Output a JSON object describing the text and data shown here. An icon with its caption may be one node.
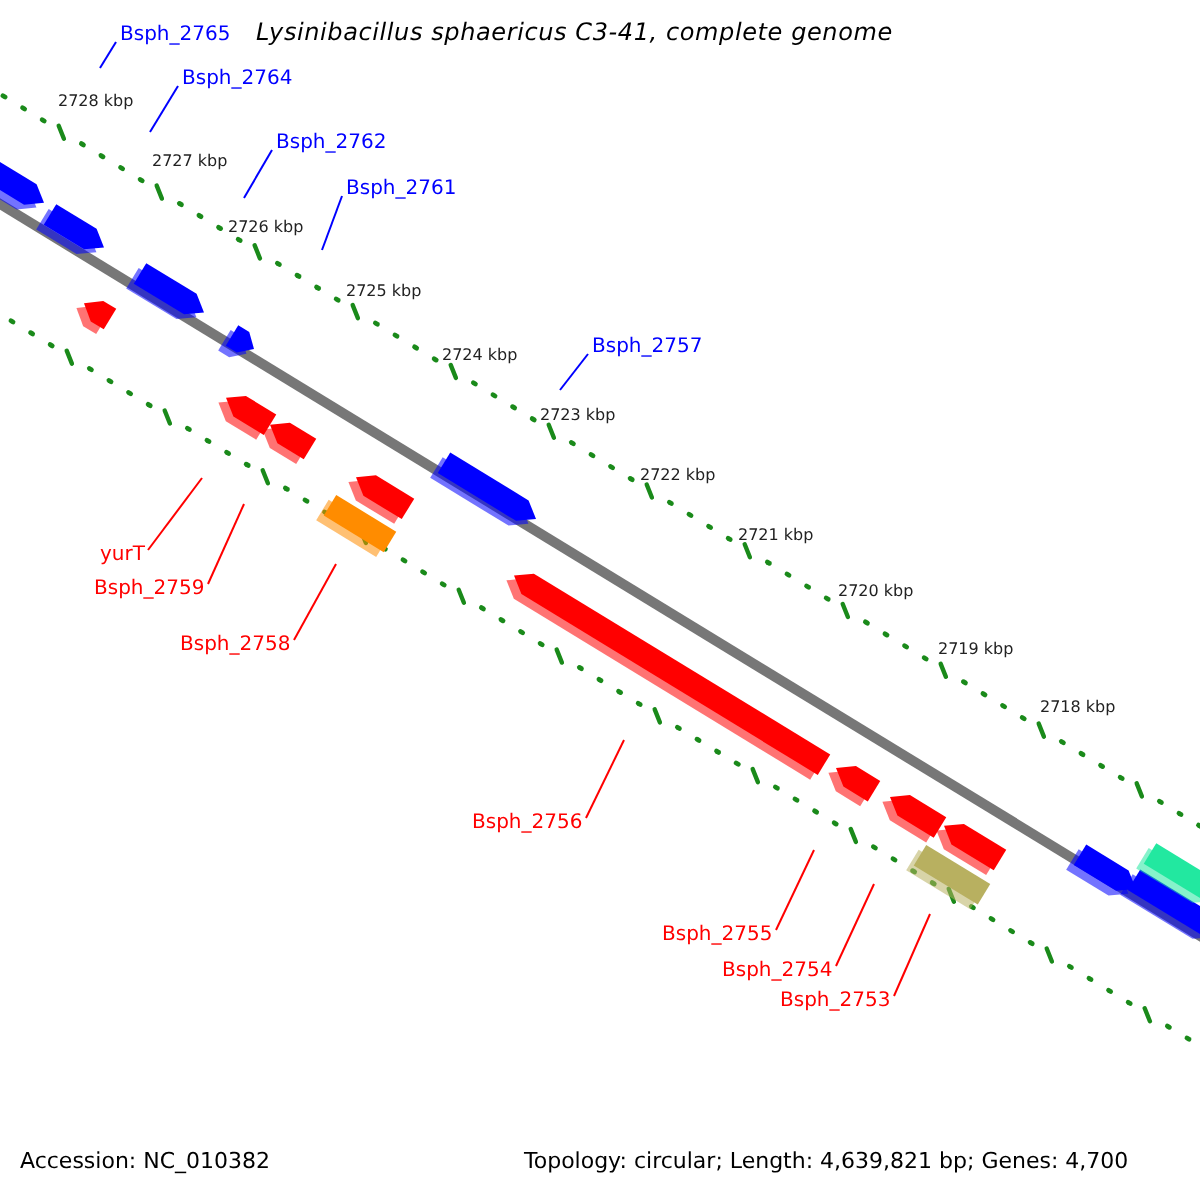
{
  "diagram": {
    "title": "Lysinibacillus sphaericus C3-41, complete genome",
    "nodes": [
      {
        "text": [
          "Bsph_2765"
        ]
      },
      {
        "text": [
          "Bsph_2764"
        ]
      },
      {
        "text": [
          "Bsph_2762"
        ]
      },
      {
        "text": [
          "Bsph_2761"
        ]
      },
      {
        "text": [
          "Bsph_2757"
        ]
      },
      {
        "text": [
          "yurT"
        ]
      },
      {
        "text": [
          "Bsph_2759"
        ]
      },
      {
        "text": [
          "Bsph_2758"
        ]
      },
      {
        "text": [
          "Bsph_2756"
        ]
      },
      {
        "text": [
          "Bsph_2755"
        ]
      },
      {
        "text": [
          "Bsph_2754"
        ]
      },
      {
        "text": [
          "Bsph_2753"
        ]
      }
    ],
    "edges": [
      {
        "from": 0,
        "to": null,
        "arrow": "none",
        "color": "#0000ff"
      },
      {
        "from": 1,
        "to": null,
        "arrow": "none",
        "color": "#0000ff"
      },
      {
        "from": 2,
        "to": null,
        "arrow": "none",
        "color": "#0000ff"
      },
      {
        "from": 3,
        "to": null,
        "arrow": "none",
        "color": "#0000ff"
      },
      {
        "from": 4,
        "to": null,
        "arrow": "none",
        "color": "#0000ff"
      },
      {
        "from": 5,
        "to": null,
        "arrow": "none"
      },
      {
        "from": 6,
        "to": null,
        "arrow": "none"
      },
      {
        "from": 7,
        "to": null,
        "arrow": "none"
      },
      {
        "from": 8,
        "to": null,
        "arrow": "none"
      },
      {
        "from": 9,
        "to": null,
        "arrow": "none"
      },
      {
        "from": 10,
        "to": null,
        "arrow": "none"
      },
      {
        "from": 11,
        "to": null,
        "arrow": "none"
      }
    ],
    "labels": [
      "2728 kbp",
      "2727 kbp",
      "2726 kbp",
      "2725 kbp",
      "2724 kbp",
      "2723 kbp",
      "2722 kbp",
      "2721 kbp",
      "2720 kbp",
      "2719 kbp",
      "2718 kbp",
      "Accession: NC_010382",
      "Topology: circular; Length: 4,639,821 bp; Genes: 4,700"
    ]
  }
}
